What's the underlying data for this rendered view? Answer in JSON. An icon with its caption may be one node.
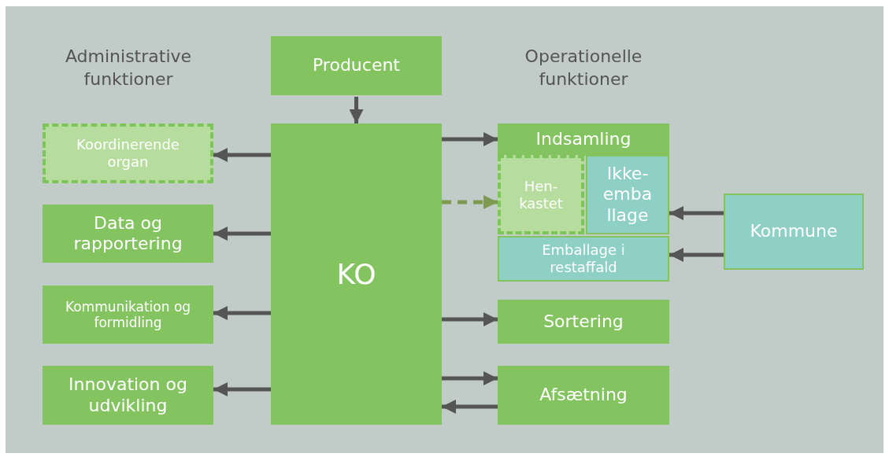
{
  "diagram": {
    "nodes": [
      {
        "text": [
          "Producent"
        ]
      },
      {
        "text": [
          "KO"
        ]
      },
      {
        "text": [
          "Koordinerende organ"
        ]
      },
      {
        "text": [
          "Data og rapportering"
        ]
      },
      {
        "text": [
          "Kommunikation og formidling"
        ]
      },
      {
        "text": [
          "Innovation og udvikling"
        ]
      },
      {
        "text": [
          "Indsamling"
        ]
      },
      {
        "text": [
          "Hen- kastet"
        ]
      },
      {
        "text": [
          "Ikke- emba llage"
        ]
      },
      {
        "text": [
          "Emballage i restaffald"
        ]
      },
      {
        "text": [
          "Kommune"
        ]
      },
      {
        "text": [
          "Sortering"
        ]
      },
      {
        "text": [
          "Afsætning"
        ]
      }
    ],
    "edges": [
      {
        "from": 0,
        "to": 1,
        "arrow": "to"
      },
      {
        "from": 1,
        "to": 2,
        "arrow": "to"
      },
      {
        "from": 1,
        "to": 3,
        "arrow": "to"
      },
      {
        "from": 1,
        "to": 4,
        "arrow": "to"
      },
      {
        "from": 1,
        "to": 5,
        "arrow": "to"
      },
      {
        "from": 1,
        "to": 6,
        "arrow": "to"
      },
      {
        "from": 1,
        "to": 7,
        "arrow": "to",
        "style": "dashed",
        "color": "#7d9a50"
      },
      {
        "from": 10,
        "to": 8,
        "arrow": "to"
      },
      {
        "from": 10,
        "to": 9,
        "arrow": "to"
      },
      {
        "from": 1,
        "to": 11,
        "arrow": "to"
      },
      {
        "from": 1,
        "to": 12,
        "arrow": "to"
      },
      {
        "from": 12,
        "to": 1,
        "arrow": "to"
      }
    ],
    "labels": [
      "Administrative funktioner",
      "Operationelle funktioner"
    ]
  }
}
